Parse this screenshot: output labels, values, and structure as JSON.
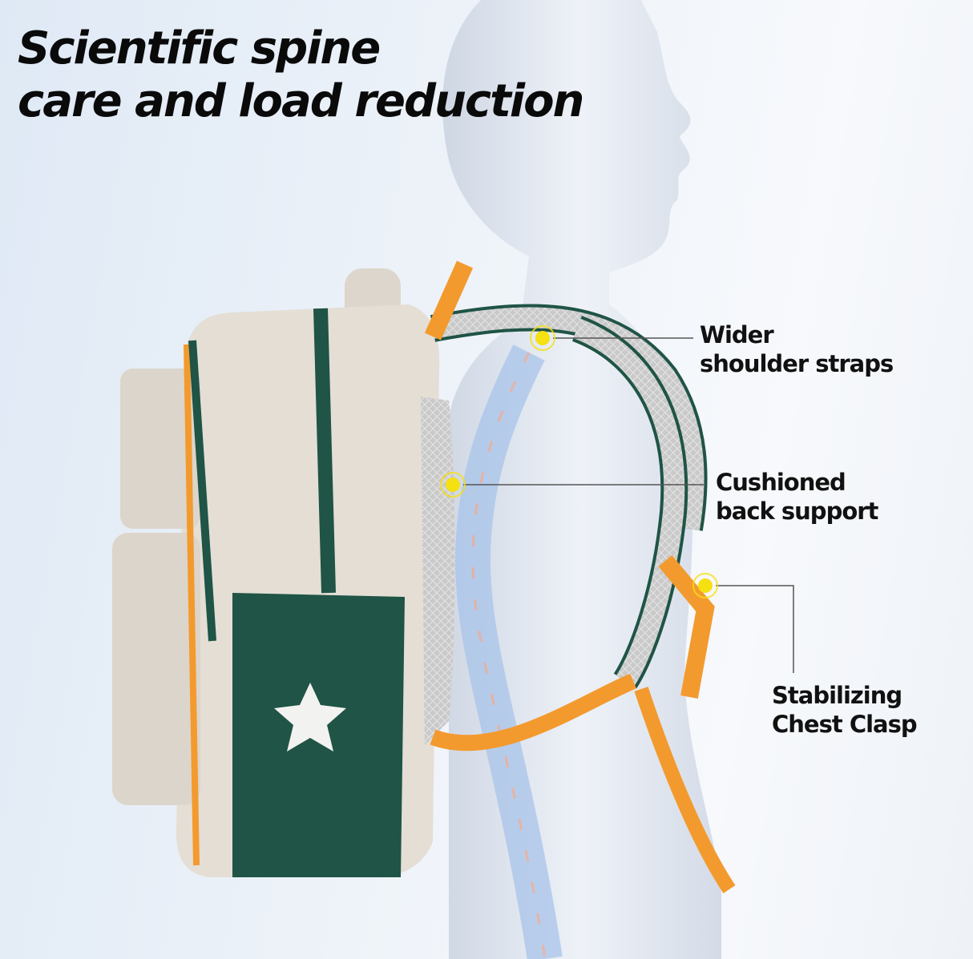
{
  "headline": {
    "line1": "Scientific spine",
    "line2": "care and load reduction"
  },
  "callouts": [
    {
      "line1": "Wider",
      "line2": "shoulder straps"
    },
    {
      "line1": "Cushioned",
      "line2": "back support"
    },
    {
      "line1": "Stabilizing",
      "line2": "Chest Clasp"
    }
  ],
  "colors": {
    "backpack_green": "#1f5446",
    "backpack_beige": "#e4ded5",
    "strap_orange": "#f39a2e",
    "hotspot_yellow": "#f5e012",
    "mannequin": "#dde3ee"
  }
}
